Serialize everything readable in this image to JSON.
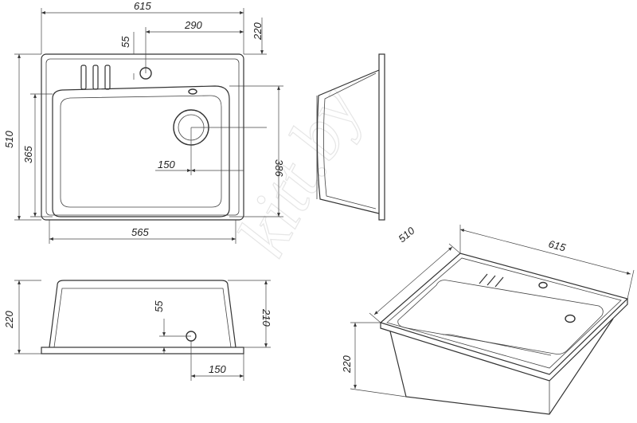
{
  "watermark": "kitt.by",
  "top_view": {
    "width_total": "615",
    "hole_offset_right": "290",
    "hole_offset_edge": "55",
    "depth_back": "220",
    "depth_total": "510",
    "bowl_depth": "365",
    "bowl_depth_right": "386",
    "drain_offset": "150",
    "bowl_width": "565"
  },
  "side_view": {},
  "front_view": {
    "height_total": "220",
    "height_inner": "210",
    "drain_height": "55",
    "drain_offset": "150"
  },
  "iso_view": {
    "depth": "510",
    "width": "615",
    "height": "220"
  }
}
